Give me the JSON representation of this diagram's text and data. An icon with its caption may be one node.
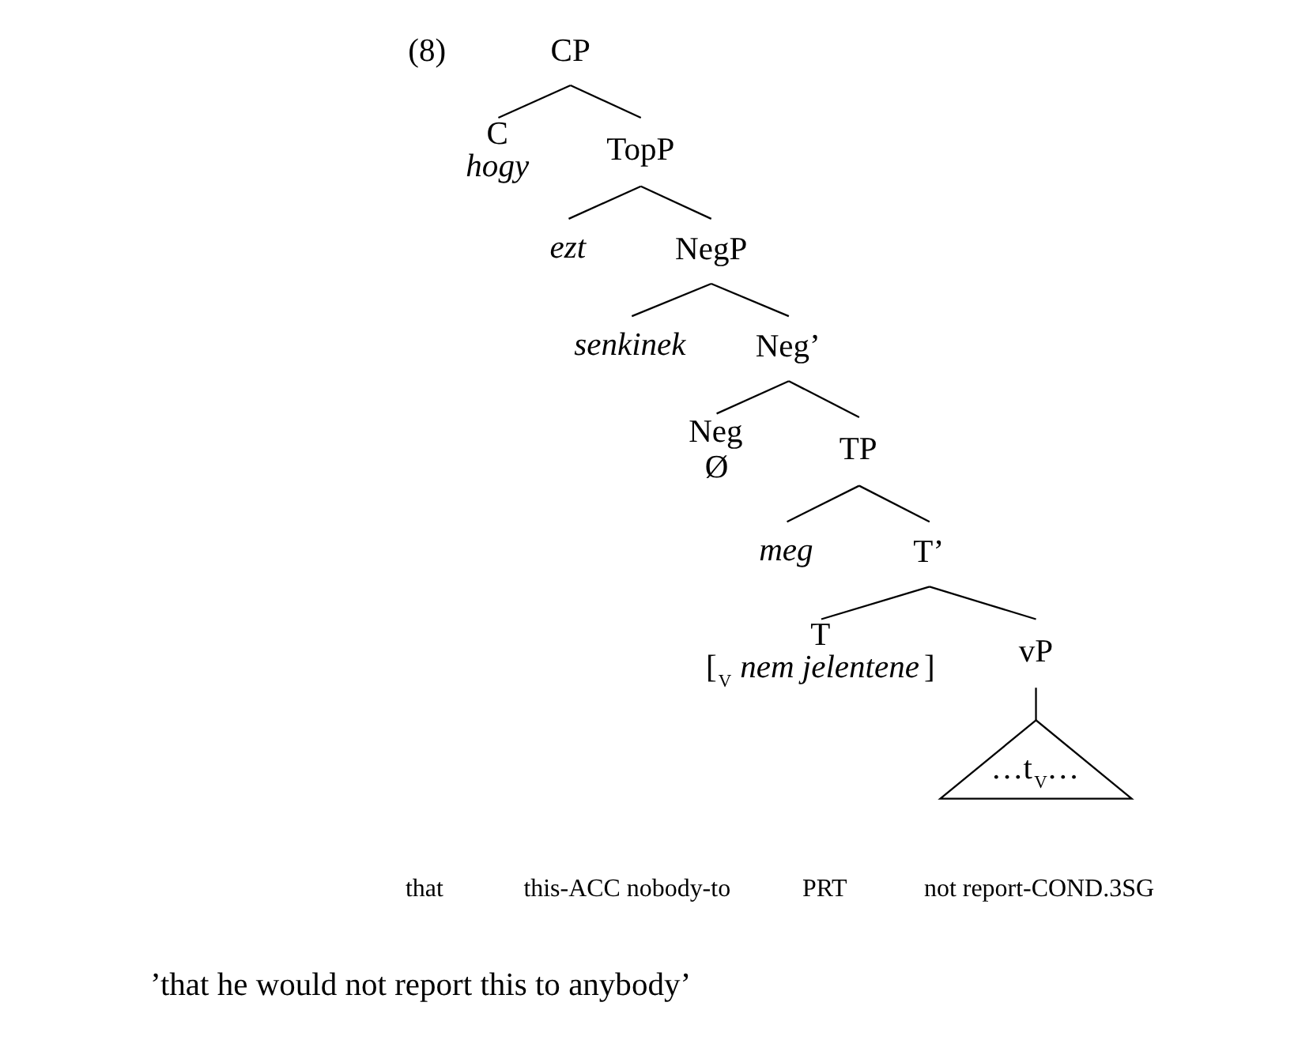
{
  "diagram": {
    "nodes": [
      {
        "text": [
          "CP"
        ]
      },
      {
        "text": [
          "C",
          "*hogy*"
        ]
      },
      {
        "text": [
          "TopP"
        ]
      },
      {
        "text": [
          "ezt"
        ]
      },
      {
        "text": [
          "NegP"
        ]
      },
      {
        "text": [
          "senkinek"
        ]
      },
      {
        "text": [
          "Neg’"
        ]
      },
      {
        "text": [
          "Neg",
          "Ø"
        ]
      },
      {
        "text": [
          "TP"
        ]
      },
      {
        "text": [
          "meg"
        ]
      },
      {
        "text": [
          "T’"
        ]
      },
      {
        "text": [
          "T",
          "[$_{V}$ *nem jelentene*]"
        ]
      },
      {
        "text": [
          "vP"
        ]
      },
      {
        "text": [
          "…t$_{V}$…"
        ]
      }
    ],
    "edges": [
      {
        "from": 0,
        "to": 1,
        "arrow": "none"
      },
      {
        "from": 0,
        "to": 2,
        "arrow": "none"
      },
      {
        "from": 2,
        "to": 3,
        "arrow": "none"
      },
      {
        "from": 2,
        "to": 4,
        "arrow": "none"
      },
      {
        "from": 4,
        "to": 5,
        "arrow": "none"
      },
      {
        "from": 4,
        "to": 6,
        "arrow": "none"
      },
      {
        "from": 6,
        "to": 7,
        "arrow": "none"
      },
      {
        "from": 6,
        "to": 8,
        "arrow": "none"
      },
      {
        "from": 8,
        "to": 9,
        "arrow": "none"
      },
      {
        "from": 8,
        "to": 10,
        "arrow": "none"
      },
      {
        "from": 10,
        "to": 11,
        "arrow": "none"
      },
      {
        "from": 10,
        "to": 12,
        "arrow": "none"
      },
      {
        "from": 12,
        "to": 13,
        "arrow": "none"
      }
    ],
    "labels": [
      "(8)",
      "that",
      "this-ACC nobody-to",
      "PRT",
      "not report-COND.3SG",
      "’that he would not report this to anybody’"
    ]
  }
}
